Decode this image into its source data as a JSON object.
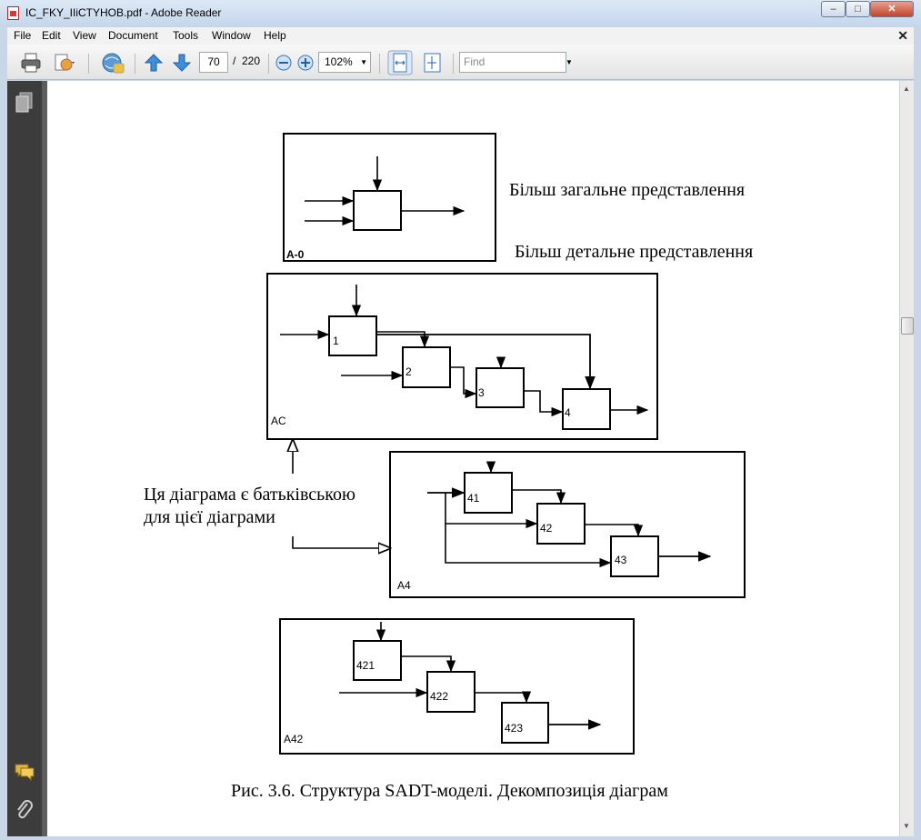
{
  "window": {
    "title": "IC_FKY_IIiCTYHOB.pdf - Adobe Reader"
  },
  "menu": [
    "File",
    "Edit",
    "View",
    "Document",
    "Tools",
    "Window",
    "Help"
  ],
  "toolbar": {
    "page_current": "70",
    "page_separator": "/",
    "page_total": "220",
    "zoom": "102%",
    "find_placeholder": "Find"
  },
  "document": {
    "label_general": "Більш загальне представлення",
    "label_detailed": "Більш детальне представлення",
    "parent_note_line1": "Ця діаграма є батьківською",
    "parent_note_line2": "для цієї діаграми",
    "caption": "Рис. 3.6. Структура SADT-моделі. Декомпозиція діаграм",
    "diagram_a0": {
      "name": "A-0"
    },
    "diagram_ac": {
      "name": "AC",
      "blocks": [
        "1",
        "2",
        "3",
        "4"
      ]
    },
    "diagram_a4": {
      "name": "A4",
      "blocks": [
        "41",
        "42",
        "43"
      ]
    },
    "diagram_a42": {
      "name": "A42",
      "blocks": [
        "421",
        "422",
        "423"
      ]
    }
  },
  "icons": {
    "app": "pdf-icon",
    "print": "printer-icon",
    "create": "create-pdf-icon",
    "collab": "collaborate-icon",
    "prev": "arrow-up-icon",
    "next": "arrow-down-icon",
    "zoom_out": "zoom-out-icon",
    "zoom_in": "zoom-in-icon",
    "fit_width": "fit-width-icon",
    "fit_page": "fit-page-icon",
    "pages": "pages-icon",
    "comment": "comment-icon",
    "attach": "paperclip-icon"
  }
}
